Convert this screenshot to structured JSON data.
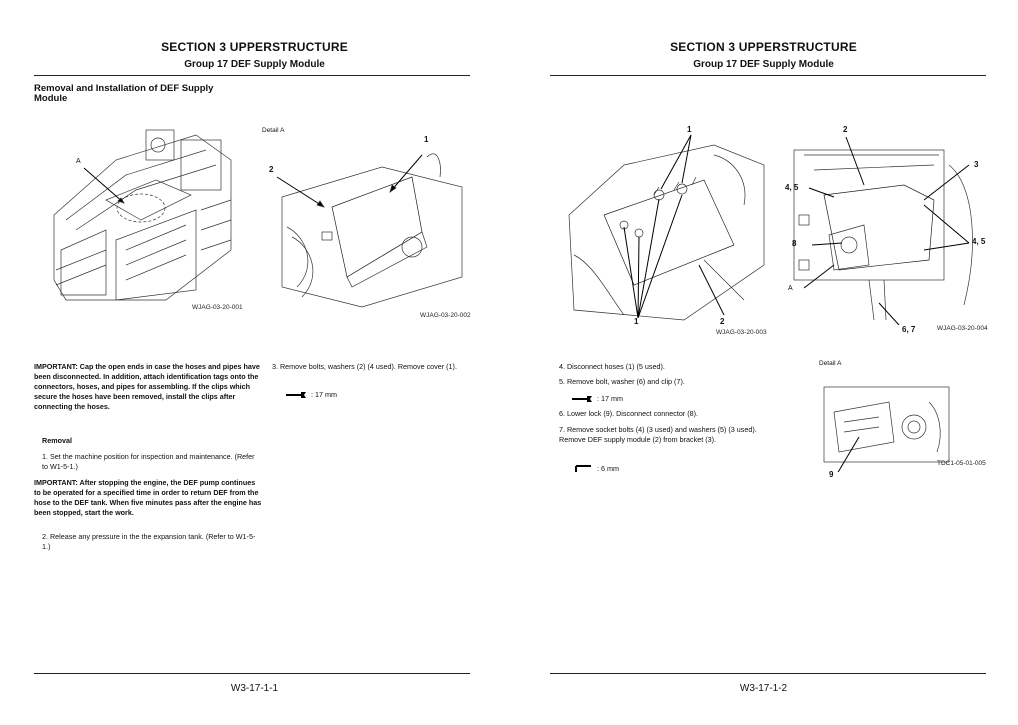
{
  "left": {
    "header_title": "SECTION 3 UPPERSTRUCTURE",
    "header_sub": "Group 17 DEF Supply Module",
    "section_title": "Removal and Installation of DEF Supply Module",
    "fig1": {
      "label_a": "A",
      "code": "WJAG-03-20-001"
    },
    "fig2": {
      "detail": "Detail A",
      "callout1": "1",
      "callout2": "2",
      "code": "WJAG-03-20-002"
    },
    "important1": "IMPORTANT:    Cap the open ends in case the hoses and pipes have been disconnected. In addition, attach identification tags onto the connectors, hoses, and pipes for assembling. If the clips which secure the hoses have been removed, install the clips after connecting the hoses.",
    "removal_heading": "Removal",
    "step1": "1.  Set the machine position for inspection and maintenance. (Refer to W1-5-1.)",
    "important2": "IMPORTANT:    After stopping the engine, the DEF pump continues to be operated for a specified time in order to return DEF from the hose to the DEF tank. When five minutes pass after the engine has been stopped, start the work.",
    "step2": "2.  Release any pressure in the the expansion tank. (Refer to W1-5-1.)",
    "step3": "3.  Remove bolts, washers (2) (4 used). Remove cover (1).",
    "tool3": ": 17 mm",
    "footer": "W3-17-1-1"
  },
  "right": {
    "header_title": "SECTION 3 UPPERSTRUCTURE",
    "header_sub": "Group 17 DEF Supply Module",
    "fig3": {
      "callout1a": "1",
      "callout1b": "1",
      "callout2": "2",
      "code": "WJAG-03-20-003"
    },
    "fig4": {
      "c2": "2",
      "c3": "3",
      "c45a": "4, 5",
      "c45b": "4, 5",
      "c8": "8",
      "cA": "A",
      "c67": "6, 7",
      "code": "WJAG-03-20-004"
    },
    "fig5": {
      "detail": "Detail A",
      "c9": "9",
      "code": "TDC1-05-01-005"
    },
    "step4": "4.  Disconnect hoses (1) (5 used).",
    "step5": "5.  Remove bolt, washer (6) and clip (7).",
    "tool5": ": 17 mm",
    "step6": "6.  Lower lock (9). Disconnect connector (8).",
    "step7": "7.  Remove socket bolts (4) (3 used) and washers (5) (3 used). Remove DEF supply module (2) from bracket (3).",
    "tool7": ": 6 mm",
    "footer": "W3-17-1-2"
  }
}
